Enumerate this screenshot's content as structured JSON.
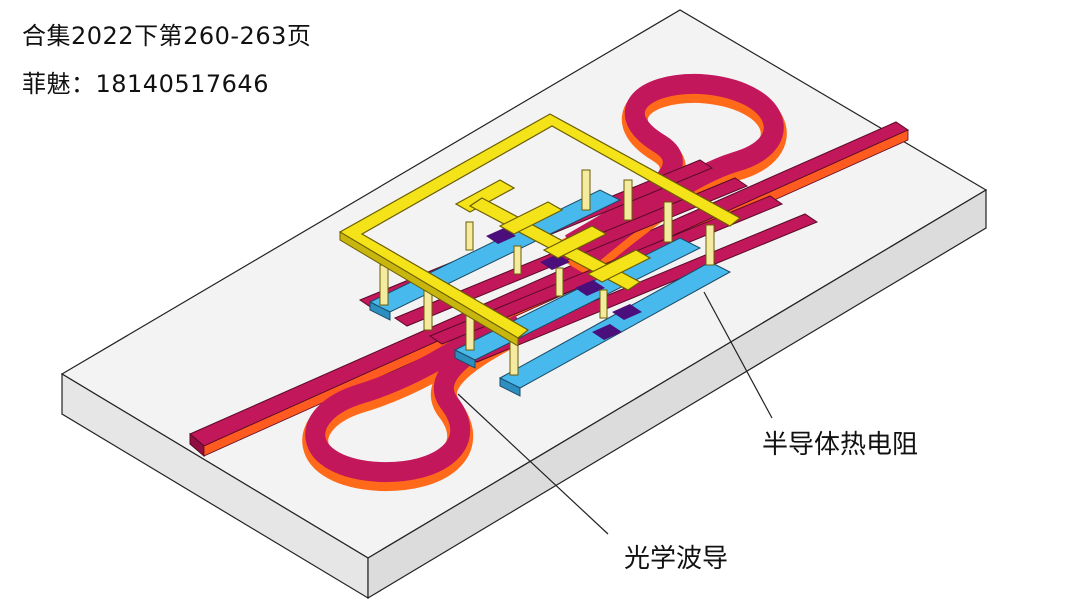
{
  "header": {
    "line1": "合集2022下第260-263页",
    "line2": "菲魅：18140517646"
  },
  "labels": {
    "heater": "半导体热电阻",
    "waveguide": "光学波导"
  },
  "colors": {
    "substrate_top": "#f3f3f3",
    "substrate_side": "#e2e2e2",
    "waveguide": "#c2185b",
    "waveguide_inner": "#ff6a1a",
    "heater_bar": "#48b9ec",
    "heater_contact": "#4a0f7a",
    "metal": "#f5e31a",
    "pillar": "#f4eba0"
  }
}
